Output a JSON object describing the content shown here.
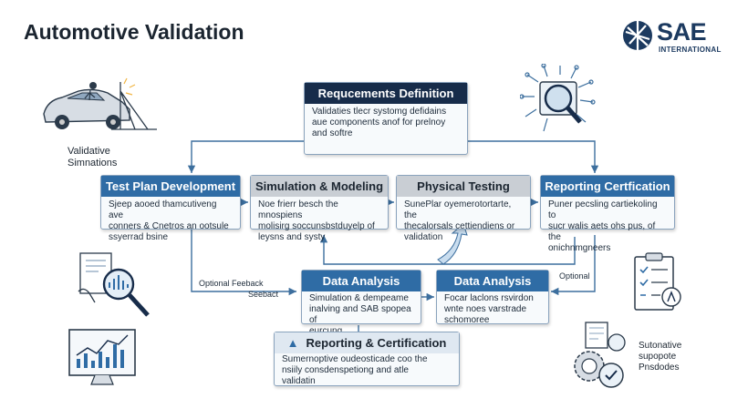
{
  "title": "Automotive Validation",
  "logo": {
    "name": "SAE",
    "sub": "INTERNATIONAL"
  },
  "left_top_caption": [
    "Validative",
    "Simnations"
  ],
  "requirements": {
    "title": "Requcements Definition",
    "body": [
      "Validaties tlecr systomg defidains",
      "aue components anof for prelnoy",
      "and softre"
    ]
  },
  "test_plan": {
    "title": "Test Plan Development",
    "body": [
      "Sjeep aooed thamcutiveng ave",
      "conners & Cnetros an ootsule",
      "ssyerrad bsine"
    ]
  },
  "simulation": {
    "title": "Simulation & Modeling",
    "body": [
      "Noe frierr besch the mnospiens",
      "molisirg soccunsbstduyelp of",
      "leysns and systy"
    ]
  },
  "physical": {
    "title": "Physical Testing",
    "body": [
      "SunePlar oyemerotortarte, the",
      "thecalorsals cettiendiens or",
      "validation"
    ]
  },
  "reporting_top": {
    "title": "Reporting Certfication",
    "body": [
      "Puner pecsling cartiekoling to",
      "sucr walis aets ohs pus, of the",
      "onichnmgneers"
    ]
  },
  "data_analysis_1": {
    "title": "Data Analysis",
    "body": [
      "Simulation & dempeame",
      "inalving and SAB spopea of",
      "eurcung"
    ]
  },
  "data_analysis_2": {
    "title": "Data Analysis",
    "body": [
      "Focar laclons rsvirdon",
      "wnte noes varstrade",
      "schomoree"
    ]
  },
  "reporting_bottom": {
    "title": "Reporting & Certification",
    "body": [
      "Sumernoptive oudeosticade coo the",
      "nsiily consdenspetiong and atle",
      "validatin"
    ]
  },
  "labels": {
    "optional_feedback": "Optional Feeback",
    "feedback": "Seebact",
    "optional": "Optional"
  },
  "right_caption": [
    "Sutonative",
    "supopote",
    "Pnsdodes"
  ],
  "colors": {
    "navy": "#172c4a",
    "blue": "#2f6ca5",
    "grey": "#c9ced4",
    "arrow": "#3d6f9e"
  }
}
